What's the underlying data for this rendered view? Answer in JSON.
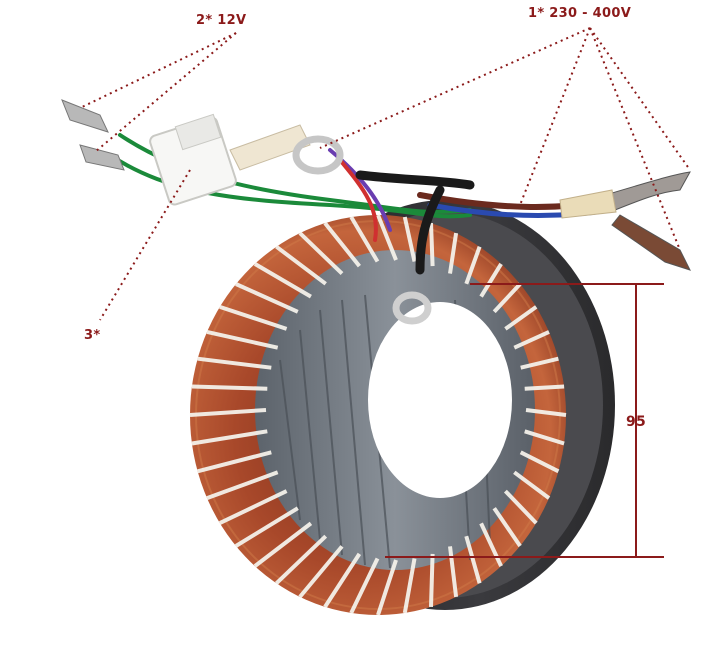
{
  "labels": {
    "low_voltage": "2*  12V",
    "high_voltage": "1*  230 - 400V",
    "connector": "3*",
    "height_dimension": "95"
  },
  "colors": {
    "annotation": "#8b1a1a",
    "copper": "#a8482a",
    "lacing_cord": "#f4f1ea",
    "steel_core": "#707780",
    "housing": "#2a2a2c"
  }
}
